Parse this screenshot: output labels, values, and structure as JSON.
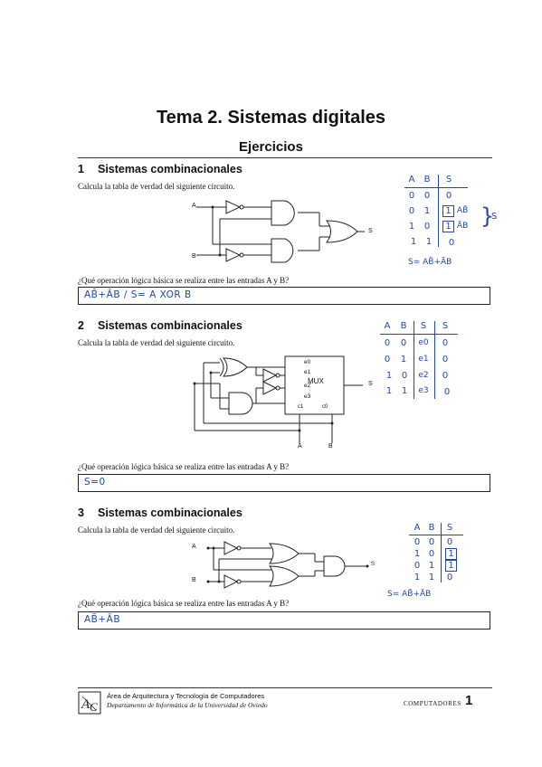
{
  "header": {
    "title": "Tema 2. Sistemas digitales",
    "subtitle": "Ejercicios"
  },
  "sections": [
    {
      "number": "1",
      "title": "Sistemas combinacionales",
      "instruction": "Calcula la tabla de verdad del siguiente circuito.",
      "question": "¿Qué operación lógica básica se realiza entre las entradas A y B?",
      "answer": "AB̄+ĀB  /  S= A XOR B",
      "labels": {
        "a": "A",
        "b": "B",
        "s": "S"
      },
      "table": {
        "headers": [
          "A",
          "B",
          "S"
        ],
        "rows": [
          [
            "0",
            "0",
            "0",
            ""
          ],
          [
            "0",
            "1",
            "1",
            "AB̄"
          ],
          [
            "1",
            "0",
            "1",
            "ĀB"
          ],
          [
            "1",
            "1",
            "0",
            ""
          ]
        ],
        "brace": "S",
        "formula": "S= AB̄+ĀB"
      }
    },
    {
      "number": "2",
      "title": "Sistemas combinacionales",
      "instruction": "Calcula la tabla de verdad del siguiente circuito.",
      "question": "¿Qué operación lógica básica se realiza entre las entradas A y B?",
      "answer": "S=0",
      "labels": {
        "a": "A",
        "b": "B",
        "s": "S",
        "mux": "MUX",
        "e0": "e0",
        "e1": "e1",
        "e2": "e2",
        "e3": "e3",
        "c1": "c1",
        "c0": "c0"
      },
      "table": {
        "headers": [
          "A",
          "B",
          "S",
          "S"
        ],
        "rows": [
          [
            "0",
            "0",
            "e0",
            "0"
          ],
          [
            "0",
            "1",
            "e1",
            "0"
          ],
          [
            "1",
            "0",
            "e2",
            "0"
          ],
          [
            "1",
            "1",
            "e3",
            "0"
          ]
        ]
      }
    },
    {
      "number": "3",
      "title": "Sistemas combinacionales",
      "instruction": "Calcula la tabla de verdad del siguiente circuito.",
      "question": "¿Qué operación lógica básica se realiza entre las entradas A y B?",
      "answer": "AB̄+ĀB",
      "labels": {
        "a": "A",
        "b": "B",
        "s": "S"
      },
      "table": {
        "headers": [
          "A",
          "B",
          "S"
        ],
        "rows": [
          [
            "0",
            "0",
            "0"
          ],
          [
            "1",
            "0",
            "1"
          ],
          [
            "0",
            "1",
            "1"
          ],
          [
            "1",
            "1",
            "0"
          ]
        ],
        "formula": "S= AB̄+ĀB"
      }
    }
  ],
  "footer": {
    "line1": "Área de Arquitectura y Tecnología de Computadores",
    "line2": "Departamento de Informática de la Universidad de Oviedo",
    "right": "COMPUTADORES",
    "page": "1"
  }
}
